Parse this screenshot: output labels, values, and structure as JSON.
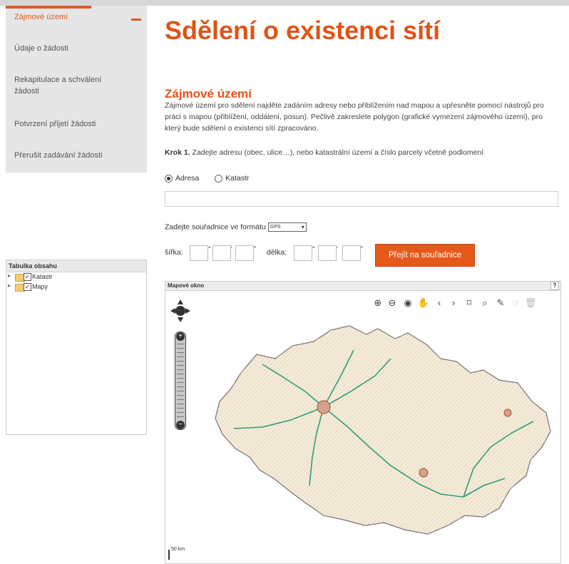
{
  "sidebar": {
    "items": [
      {
        "label": "Zájmové území"
      },
      {
        "label": "Údaje o žádosti"
      },
      {
        "label": "Rekapitulace a schválení žádosti"
      },
      {
        "label": "Potvrzení přijetí žádosti"
      },
      {
        "label": "Přerušit zadávání žádosti"
      }
    ]
  },
  "toc": {
    "title": "Tabulka obsahu",
    "items": [
      {
        "label": "Katastr"
      },
      {
        "label": "Mapy"
      }
    ]
  },
  "main": {
    "page_title": "Sdělení o existenci sítí",
    "section_title": "Zájmové území",
    "description": "Zájmové území pro sdělení najděte zadáním adresy nebo přiblížením nad mapou a upřesněte pomocí nástrojů pro práci s mapou (přiblížení, oddálení, posun). Pečlivě zakreslete polygon (grafické vymezení zájmového území), pro který bude sdělení o existenci sítí zpracováno.",
    "krok_label": "Krok 1.",
    "krok_text": "Zadejte adresu (obec, ulice…), nebo katastrální území a číslo parcely včetně podlomení",
    "radio_adresa": "Adresa",
    "radio_katastr": "Katastr",
    "coord_format_label": "Zadejte souřadnice ve formátu",
    "coord_format_value": "GPS",
    "lat_label": "šířka:",
    "lon_label": "délka:",
    "go_button": "Přejít na souřadnice"
  },
  "map": {
    "title": "Mapové okno",
    "help": "?",
    "scale_label": "50 km"
  },
  "colors": {
    "accent": "#e55a1c",
    "sidebar_bg": "#e6e6e6"
  }
}
